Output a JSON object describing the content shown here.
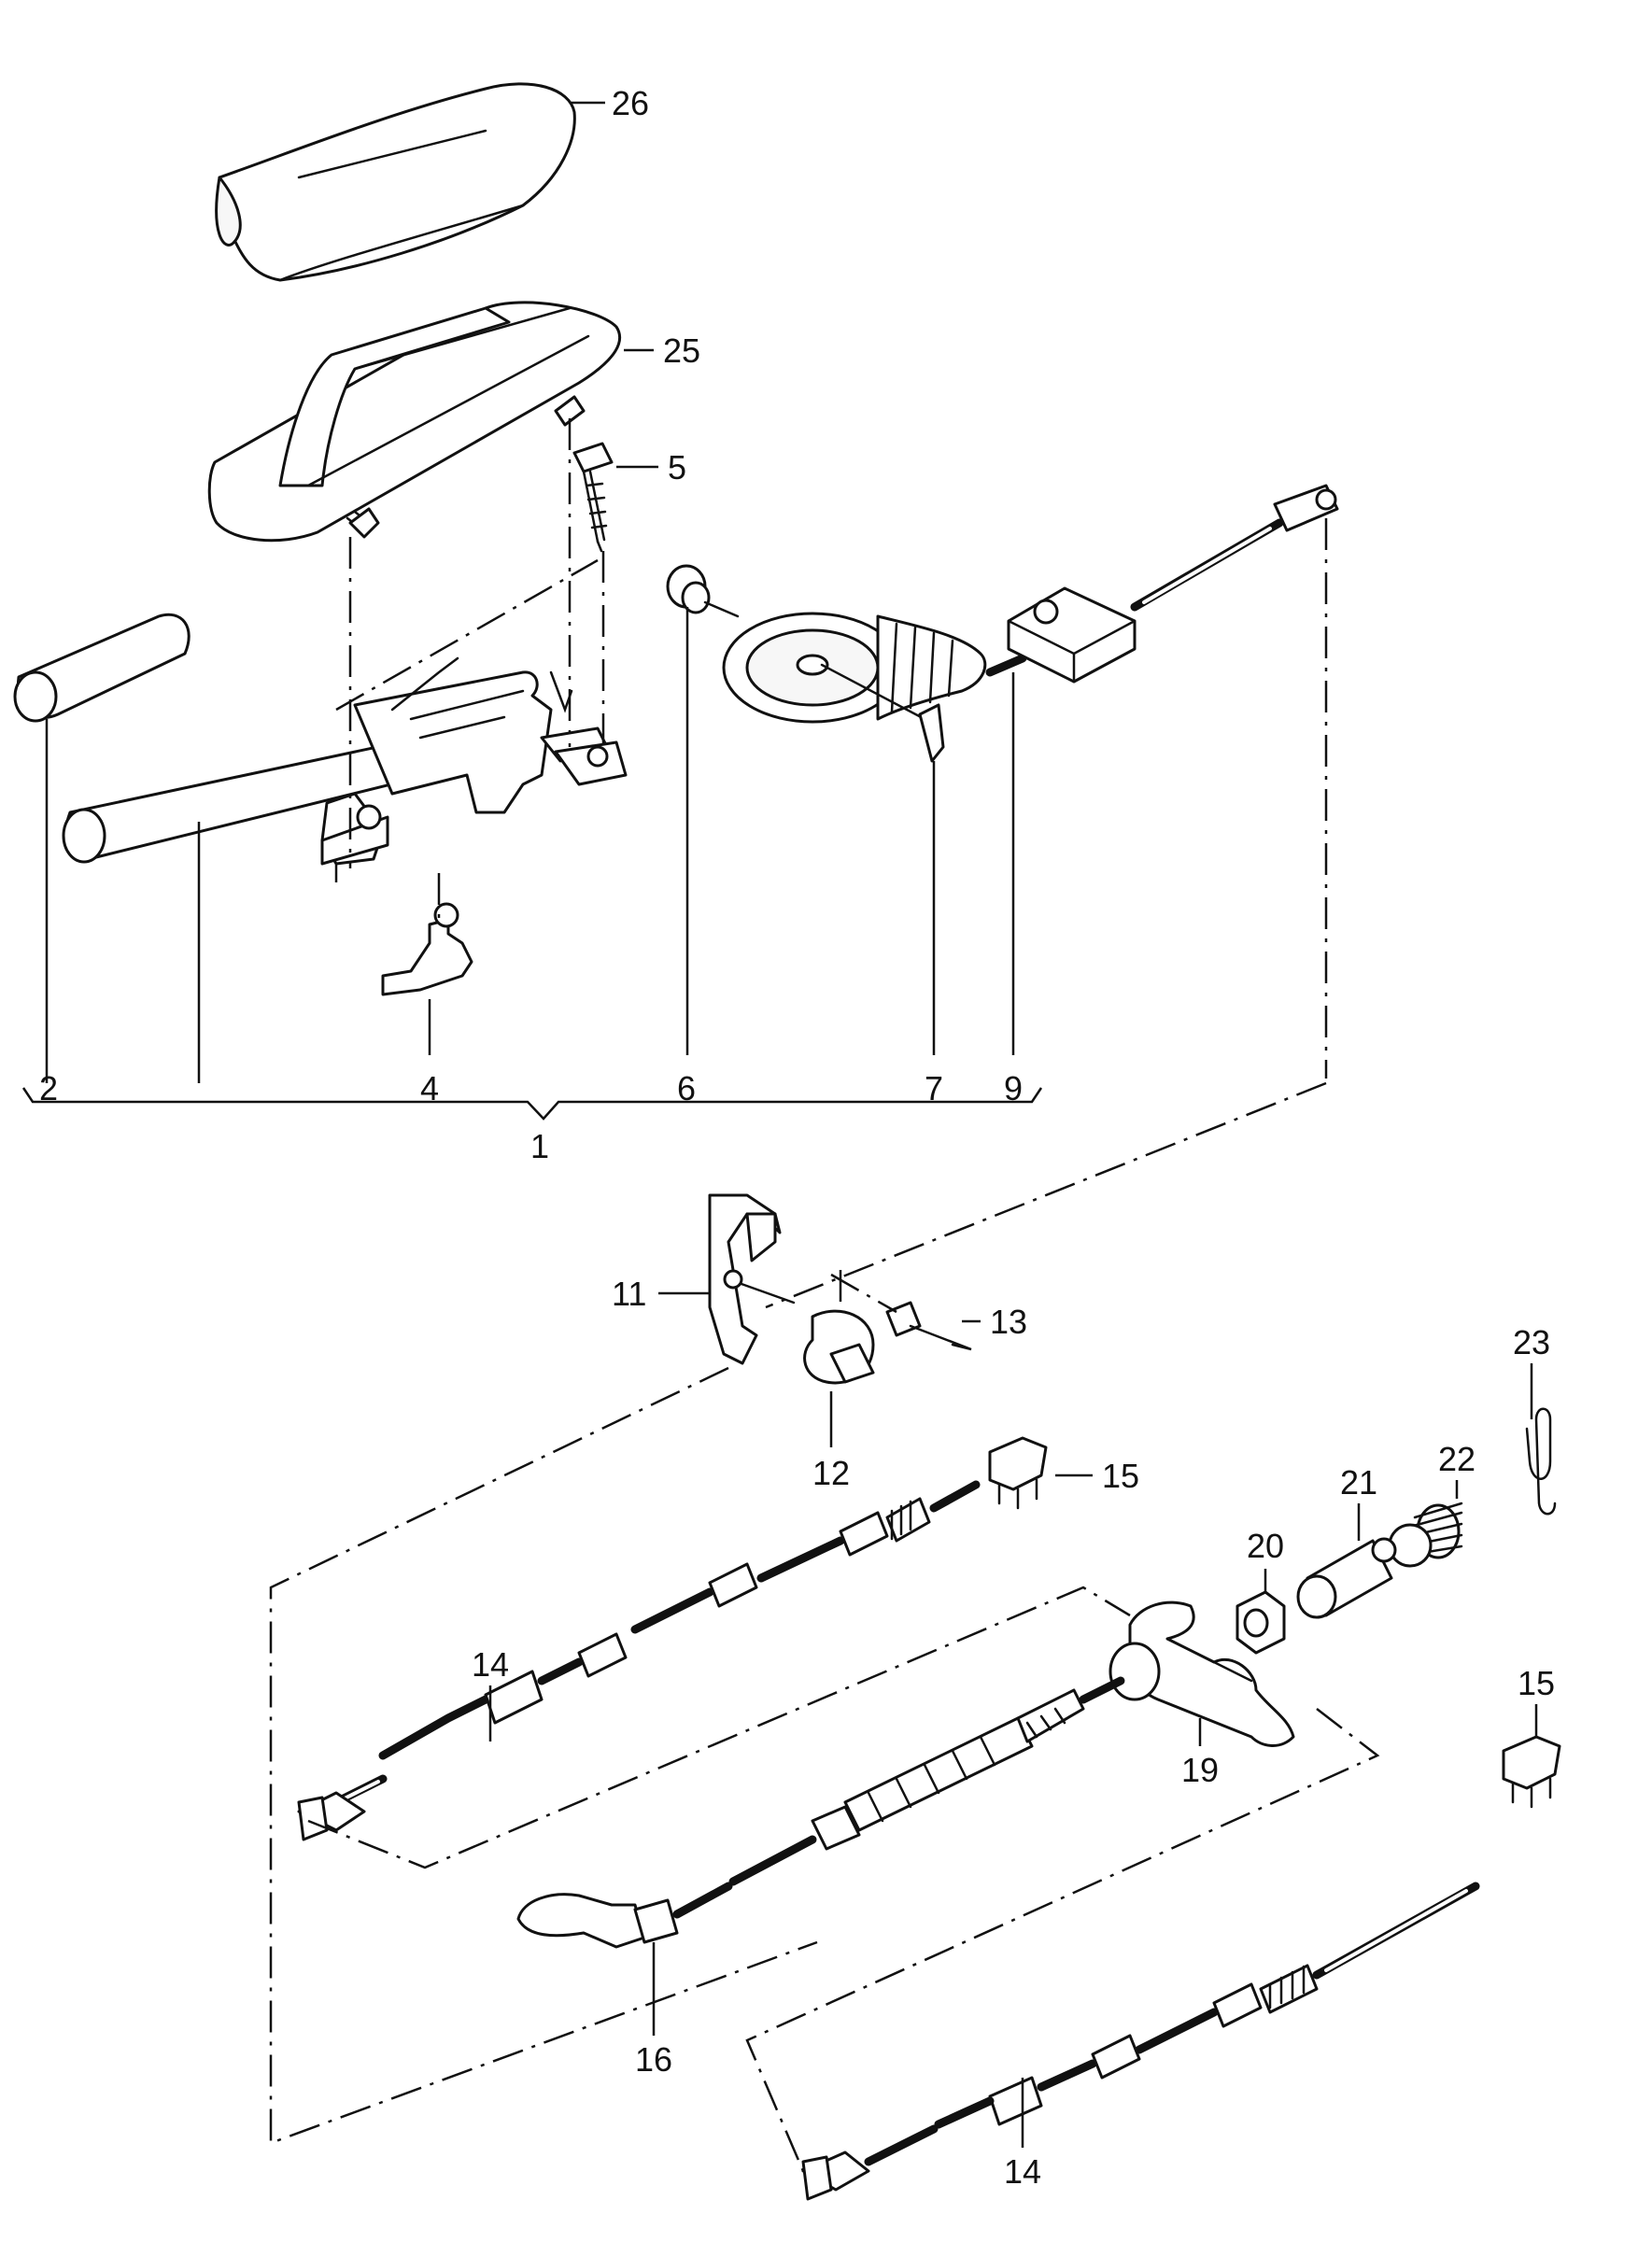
{
  "labels": {
    "l26": "26",
    "l25": "25",
    "l5": "5",
    "l2": "2",
    "l4": "4",
    "l6": "6",
    "l7": "7",
    "l9": "9",
    "l1": "1",
    "l11": "11",
    "l13": "13",
    "l23": "23",
    "l12": "12",
    "l15a": "15",
    "l22": "22",
    "l21": "21",
    "l20": "20",
    "l14a": "14",
    "l19": "19",
    "l15b": "15",
    "l16": "16",
    "l14b": "14"
  }
}
